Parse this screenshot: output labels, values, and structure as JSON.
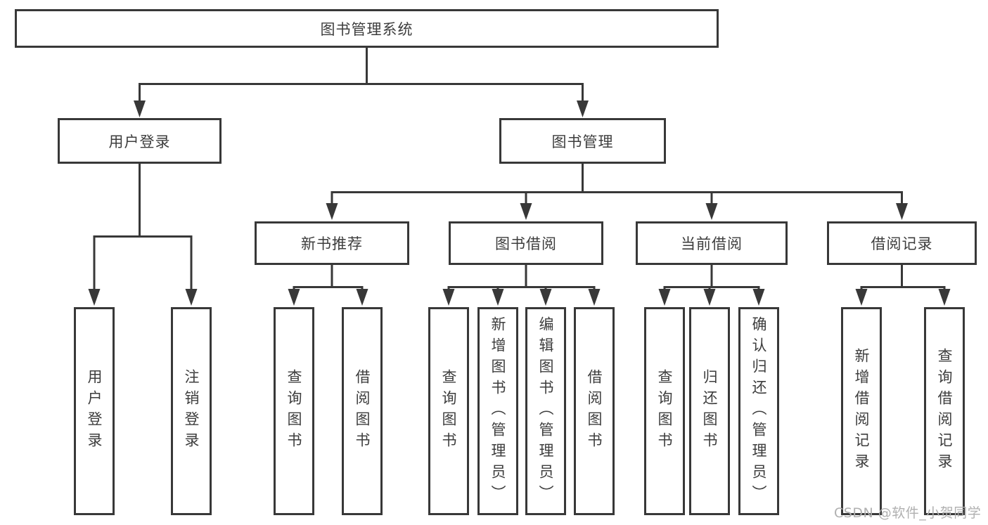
{
  "nodes": {
    "root": "图书管理系统",
    "user_login": "用户登录",
    "book_mgmt": "图书管理",
    "new_book": "新书推荐",
    "book_borrow": "图书借阅",
    "current_borrow": "当前借阅",
    "borrow_records": "借阅记录",
    "ul_login": "用户登录",
    "ul_logout": "注销登录",
    "nb_query": "查询图书",
    "nb_borrow": "借阅图书",
    "bb_query": "查询图书",
    "bb_add": "新增图书（管理员）",
    "bb_edit": "编辑图书（管理员）",
    "bb_borrow": "借阅图书",
    "cb_query": "查询图书",
    "cb_return": "归还图书",
    "cb_confirm": "确认归还（管理员）",
    "br_add": "新增借阅记录",
    "br_query": "查询借阅记录"
  },
  "hierarchy": {
    "图书管理系统": {
      "用户登录": [
        "用户登录",
        "注销登录"
      ],
      "图书管理": {
        "新书推荐": [
          "查询图书",
          "借阅图书"
        ],
        "图书借阅": [
          "查询图书",
          "新增图书（管理员）",
          "编辑图书（管理员）",
          "借阅图书"
        ],
        "当前借阅": [
          "查询图书",
          "归还图书",
          "确认归还（管理员）"
        ],
        "借阅记录": [
          "新增借阅记录",
          "查询借阅记录"
        ]
      }
    }
  },
  "watermark": "CSDN @软件_小贺同学",
  "colors": {
    "line": "#383838",
    "text": "#3d3d3d",
    "watermark": "#b0b0b0",
    "background": "#ffffff"
  }
}
